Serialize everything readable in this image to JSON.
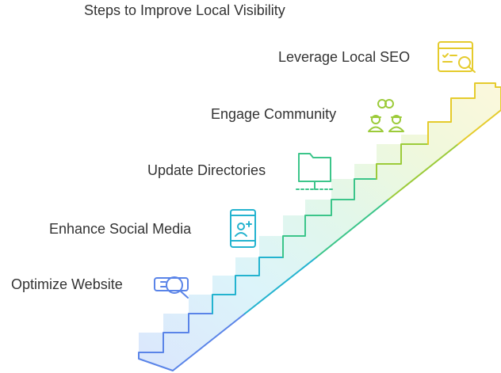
{
  "title": "Steps to Improve Local Visibility",
  "steps": [
    {
      "label": "Optimize Website",
      "icon": "vr-headset-search-icon",
      "color": "#5a84e8",
      "fill": "#dbe6fc"
    },
    {
      "label": "Enhance Social Media",
      "icon": "mobile-add-user-icon",
      "color": "#24b3cf",
      "fill": "#dcf4fa"
    },
    {
      "label": "Update Directories",
      "icon": "folder-network-icon",
      "color": "#3cc58a",
      "fill": "#e2f7ea"
    },
    {
      "label": "Engage Community",
      "icon": "community-people-icon",
      "color": "#9ccb3a",
      "fill": "#f0f8dc"
    },
    {
      "label": "Leverage Local SEO",
      "icon": "seo-search-icon",
      "color": "#e5cb2c",
      "fill": "#fcf8dc"
    }
  ]
}
